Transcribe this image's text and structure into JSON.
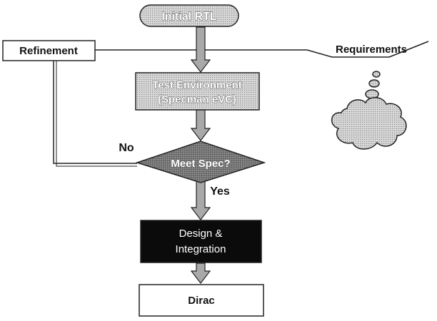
{
  "nodes": {
    "initial_rtl": "Initial RTL",
    "refinement": "Refinement",
    "requirements": "Requirements",
    "test_env_line1": "Test Environment",
    "test_env_line2": "(Specman eVC)",
    "meet_spec": "Meet Spec?",
    "design_line1": "Design &",
    "design_line2": "Integration",
    "dirac": "Dirac"
  },
  "edges": {
    "no_label": "No",
    "yes_label": "Yes"
  },
  "colors": {
    "line": "#222222",
    "terminal_fill": "#d6d6d6",
    "process_fill": "#c8c8c8",
    "decision_fill": "#7d7d7d",
    "dark_box_fill": "#0b0b0b",
    "arrow_fill": "#a9a9a9"
  }
}
